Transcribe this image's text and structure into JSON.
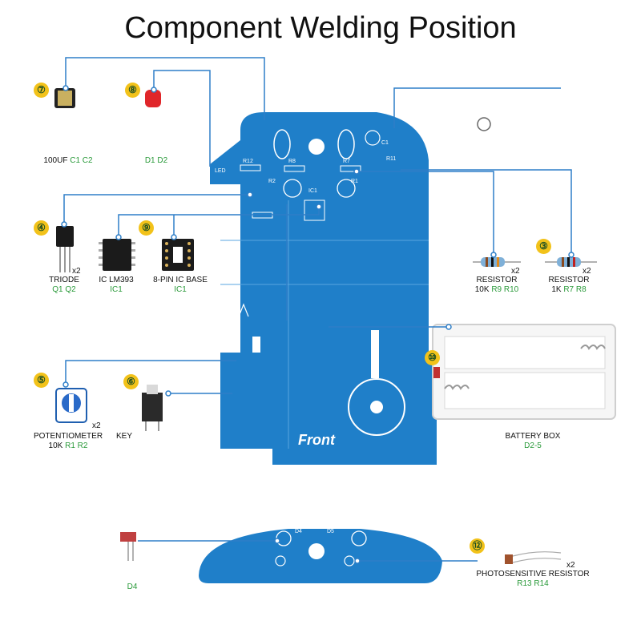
{
  "title": "Component Welding Position",
  "colors": {
    "pcb": "#1f7fc9",
    "pcb_dark": "#1765a8",
    "leader": "#2f7fc8",
    "ref": "#2a9a3a",
    "badge": "#f2c21a"
  },
  "components": [
    {
      "num": "⑦",
      "name": "100UF",
      "refs": "C1 C2",
      "qty": ""
    },
    {
      "num": "⑧",
      "name": "",
      "refs": "D1 D2",
      "qty": ""
    },
    {
      "num": "④",
      "name": "TRIODE",
      "refs": "Q1 Q2",
      "qty": "x2"
    },
    {
      "num": "⑨",
      "name": "IC LM393",
      "refs": "IC1",
      "qty": ""
    },
    {
      "num": "",
      "name": "8-PIN IC BASE",
      "refs": "IC1",
      "qty": ""
    },
    {
      "num": "",
      "name": "RESISTOR",
      "value": "10K",
      "refs": "R9 R10",
      "qty": "x2"
    },
    {
      "num": "③",
      "name": "RESISTOR",
      "value": "1K",
      "refs": "R7 R8",
      "qty": "x2"
    },
    {
      "num": "⑤",
      "name": "POTENTIOMETER",
      "value": "10K",
      "refs": "R1 R2",
      "qty": "x2"
    },
    {
      "num": "⑥",
      "name": "KEY",
      "refs": "",
      "qty": ""
    },
    {
      "num": "⑩",
      "name": "BATTERY BOX",
      "refs": "D2-5",
      "qty": ""
    },
    {
      "num": "",
      "name": "",
      "refs": "D4",
      "qty": ""
    },
    {
      "num": "⑫",
      "name": "PHOTOSENSITIVE RESISTOR",
      "refs": "R13 R14",
      "qty": "x2"
    }
  ],
  "board": {
    "front_label": "Front"
  }
}
